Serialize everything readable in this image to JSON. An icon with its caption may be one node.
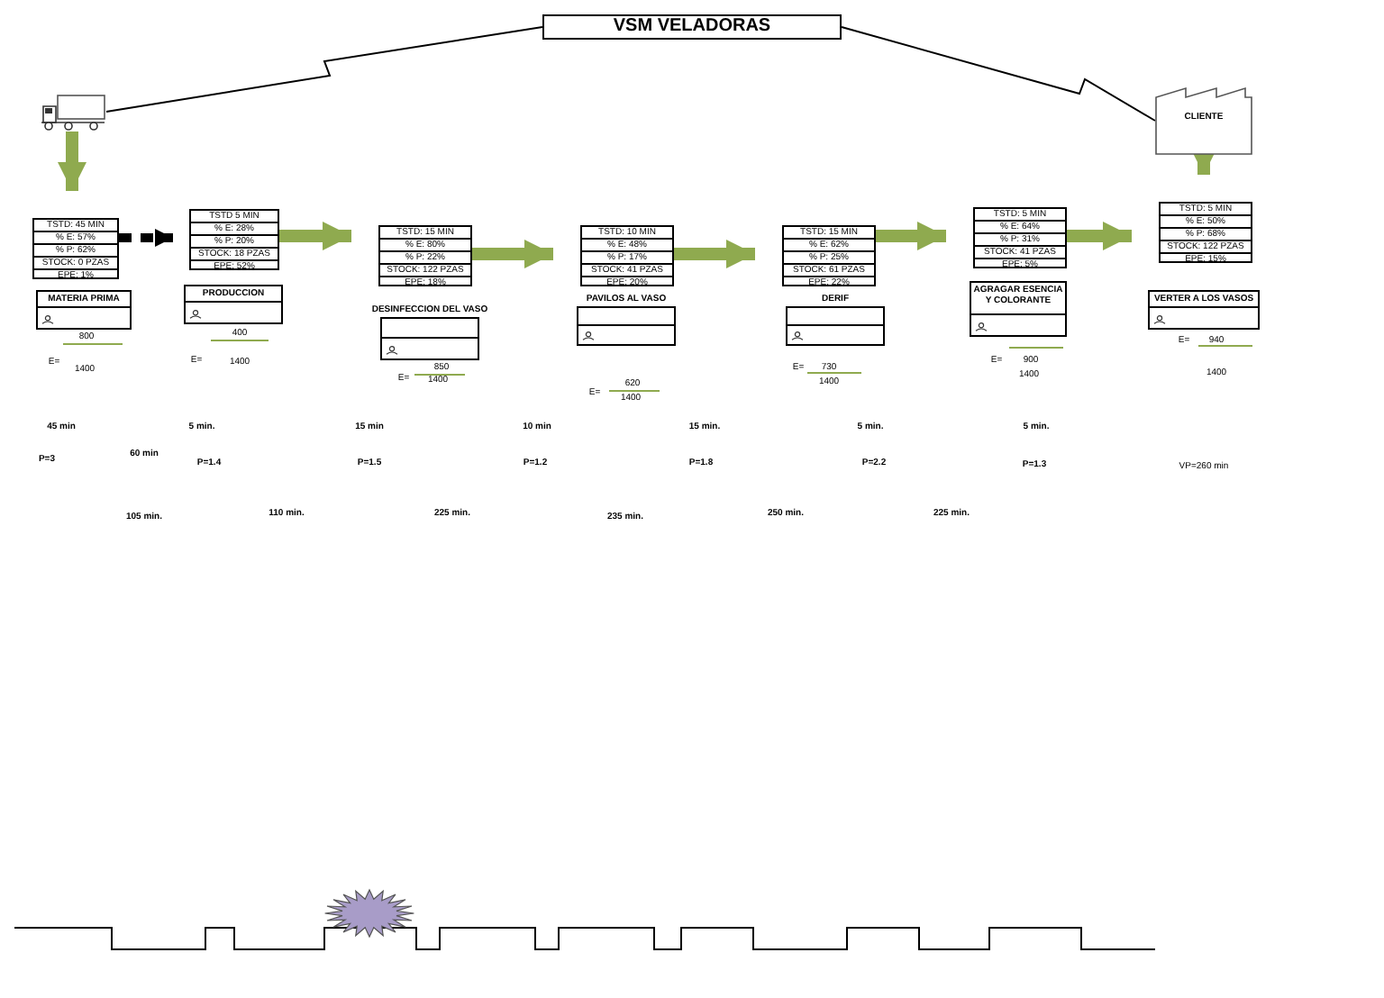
{
  "diagram": {
    "nodes": [
      {
        "text": [
          "VSM VELADORAS"
        ]
      },
      {
        "text": [],
        "shape": "truck"
      },
      {
        "text": [
          "CLIENTE"
        ]
      },
      {
        "text": [
          "TSTD: 45 MIN",
          "% E: 57%",
          "% P: 62%",
          "STOCK: 0 PZAS",
          "EPE: 1%"
        ]
      },
      {
        "text": [
          "TSTD 5 MIN",
          "% E: 28%",
          "% P: 20%",
          "STOCK: 18 PZAS",
          "EPE: 52%"
        ]
      },
      {
        "text": [
          "TSTD: 15 MIN",
          "% E: 80%",
          "% P: 22%",
          "STOCK: 122 PZAS",
          "EPE: 18%"
        ]
      },
      {
        "text": [
          "TSTD: 10 MIN",
          "% E: 48%",
          "% P: 17%",
          "STOCK: 41 PZAS",
          "EPE: 20%"
        ]
      },
      {
        "text": [
          "TSTD: 15 MIN",
          "% E: 62%",
          "% P: 25%",
          "STOCK: 61 PZAS",
          "EPE: 22%"
        ]
      },
      {
        "text": [
          "TSTD: 5 MIN",
          "% E: 64%",
          "% P: 31%",
          "STOCK: 41 PZAS",
          "EPE: 5%"
        ]
      },
      {
        "text": [
          "TSTD: 5 MIN",
          "% E: 50%",
          "% P: 68%",
          "STOCK: 122 PZAS",
          "EPE: 15%"
        ]
      },
      {
        "text": [
          "MATERIA PRIMA"
        ]
      },
      {
        "text": [
          "PRODUCCION"
        ]
      },
      {
        "text": [
          "DESINFECCION DEL VASO"
        ]
      },
      {
        "text": [
          "PAVILOS AL VASO"
        ]
      },
      {
        "text": [
          "DERIF"
        ]
      },
      {
        "text": [
          "AGRAGAR ESENCIA Y COLORANTE"
        ]
      },
      {
        "text": [
          "VERTER A LOS VASOS"
        ]
      }
    ],
    "edges": [
      {
        "from": 0,
        "to": 1,
        "arrow": "none",
        "color": "#000000"
      },
      {
        "from": 0,
        "to": 2,
        "arrow": "none",
        "color": "#000000"
      },
      {
        "from": 1,
        "to": 3,
        "arrow": "to"
      },
      {
        "from": 3,
        "to": 4,
        "arrow": "to",
        "style": "dashed",
        "color": "#000000"
      },
      {
        "from": 4,
        "to": 5,
        "arrow": "to"
      },
      {
        "from": 5,
        "to": 6,
        "arrow": "to"
      },
      {
        "from": 6,
        "to": 7,
        "arrow": "to"
      },
      {
        "from": 7,
        "to": 8,
        "arrow": "to"
      },
      {
        "from": 8,
        "to": 9,
        "arrow": "to"
      },
      {
        "from": 2,
        "to": 9,
        "arrow": "to"
      }
    ],
    "labels": [
      "800",
      "E=",
      "1400",
      "400",
      "E=",
      "1400",
      "850",
      "E=",
      "1400",
      "620",
      "E=",
      "1400",
      "E=",
      "730",
      "1400",
      "E=",
      "900",
      "1400",
      "E=",
      "940",
      "1400",
      "45 min",
      "5 min.",
      "15 min",
      "10 min",
      "15 min.",
      "5 min.",
      "5 min.",
      "P=3",
      "60 min",
      "P=1.4",
      "P=1.5",
      "P=1.2",
      "P=1.8",
      "P=2.2",
      "P=1.3",
      "VP=260 min",
      "105 min.",
      "110 min.",
      "225 min.",
      "235 min.",
      "250 min.",
      "225 min."
    ]
  }
}
